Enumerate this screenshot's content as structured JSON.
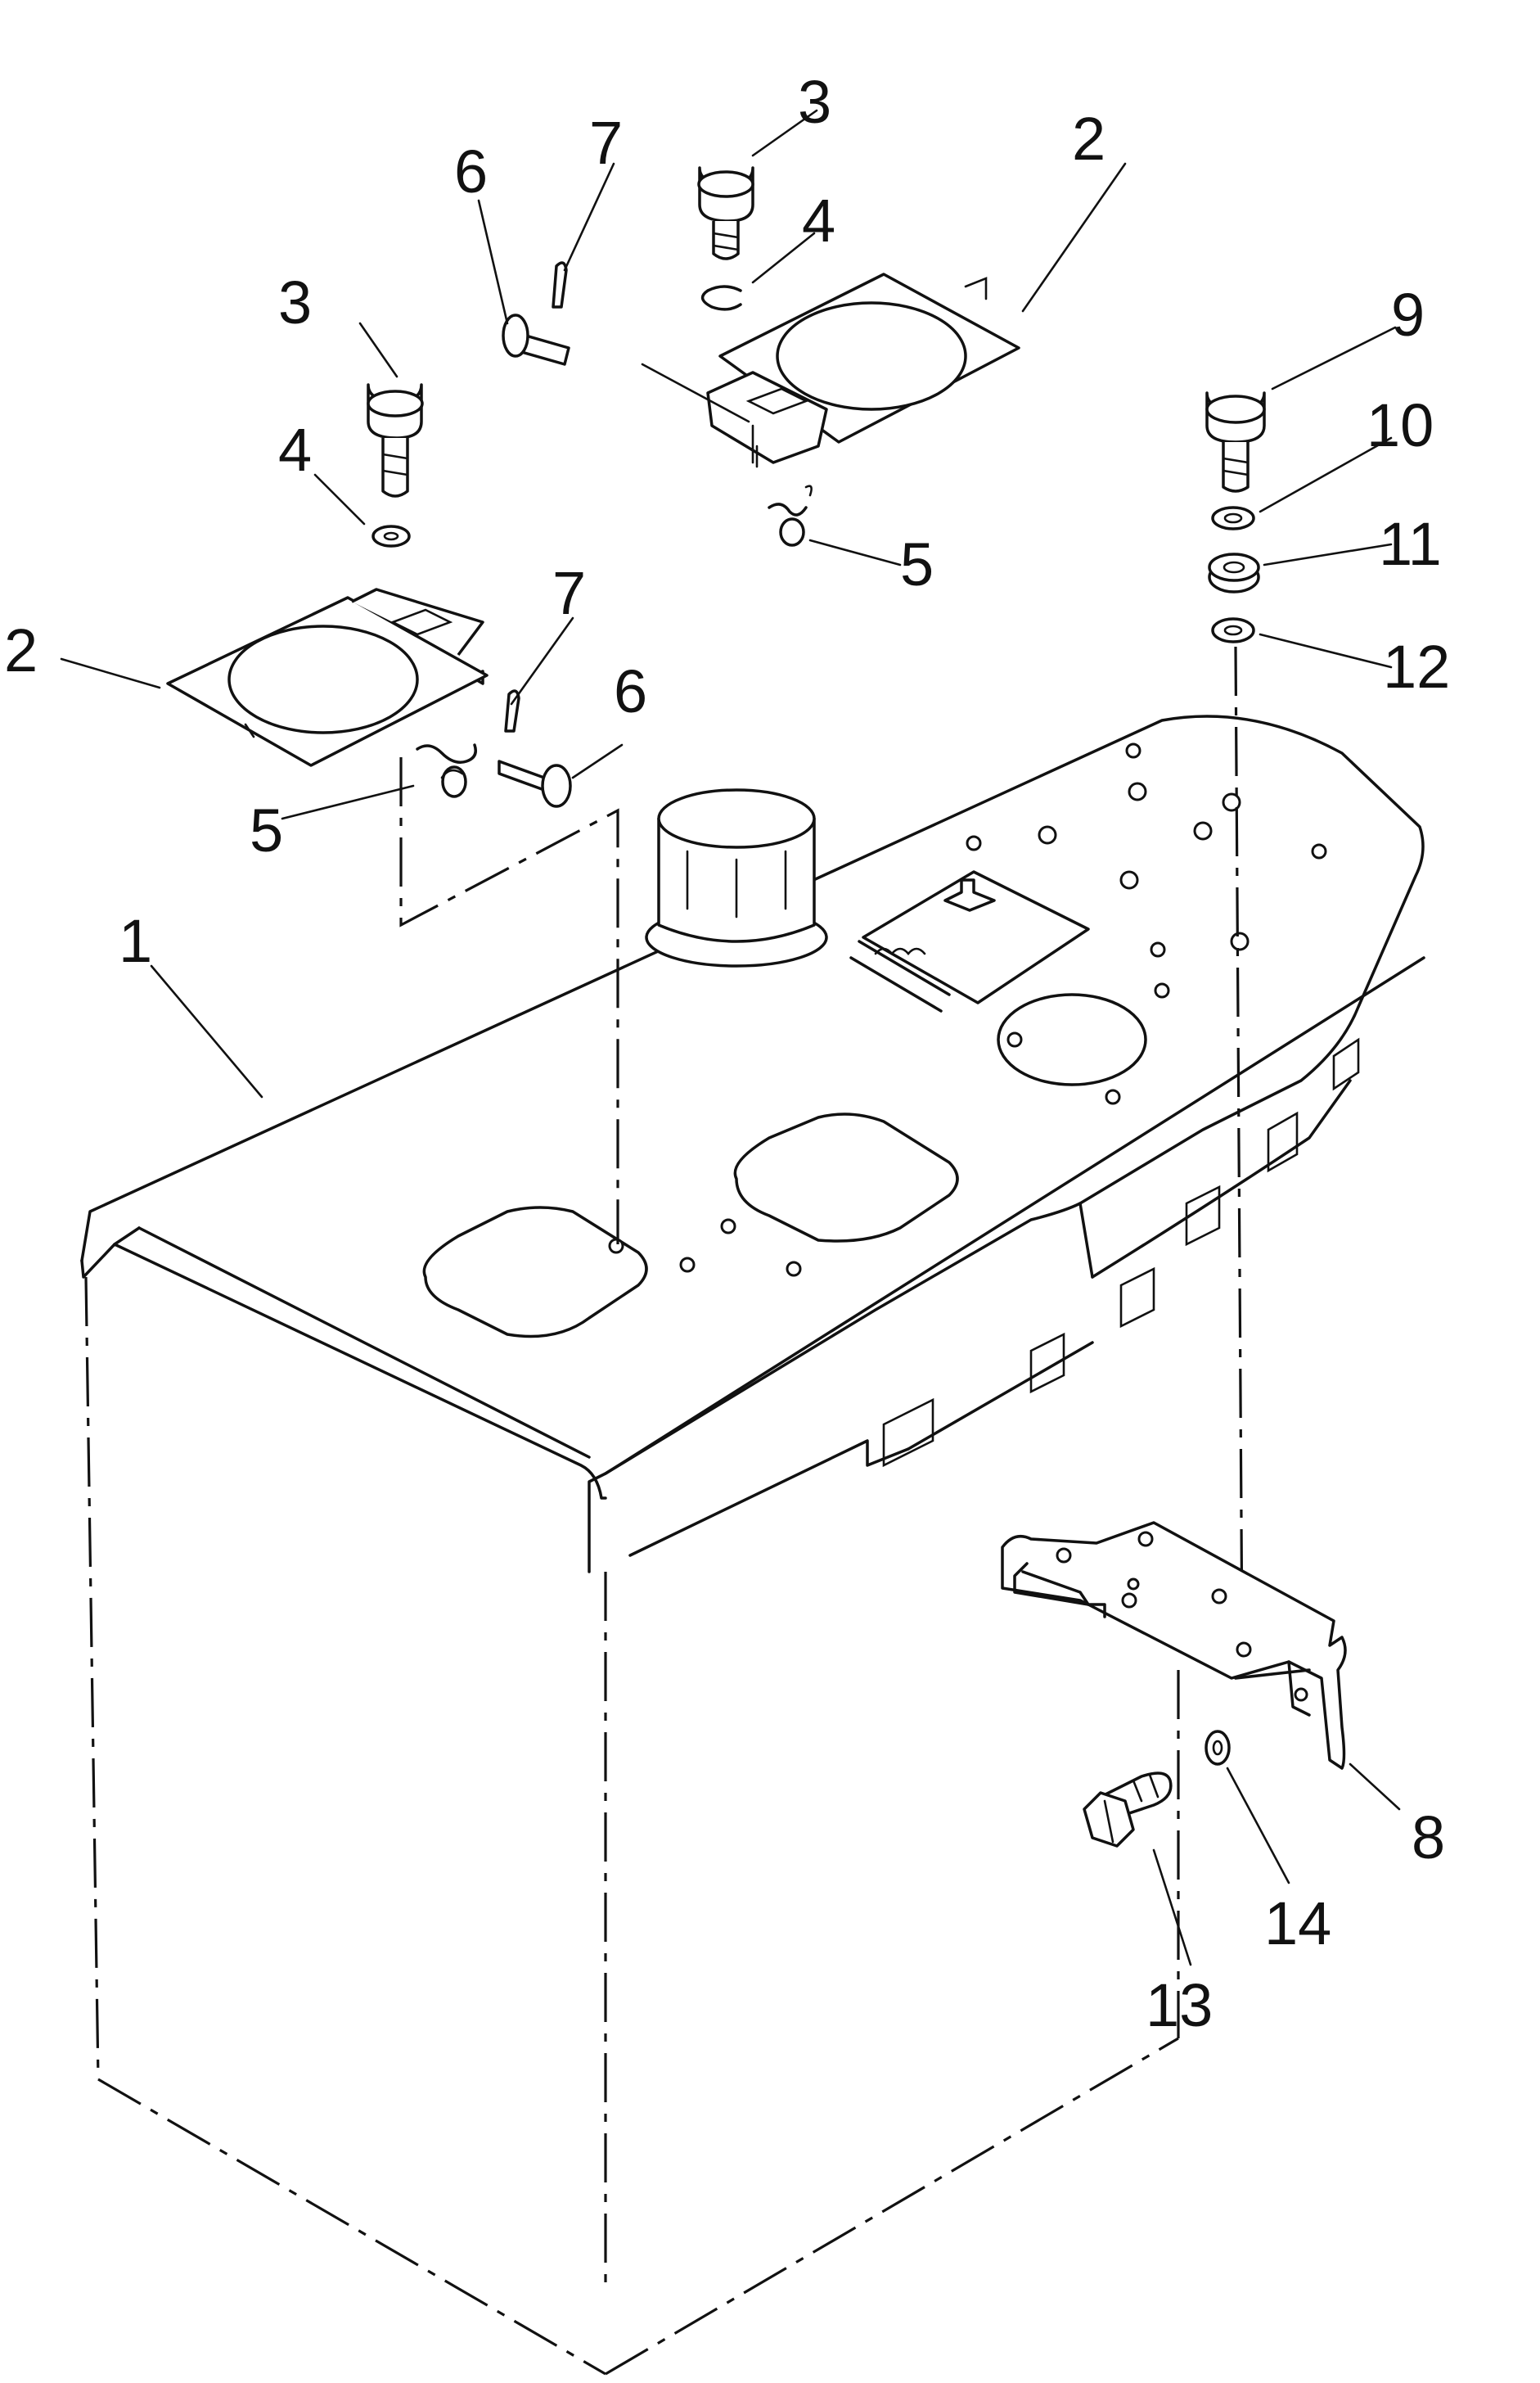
{
  "callouts": [
    {
      "id": "c1",
      "text": "1"
    },
    {
      "id": "c2a",
      "text": "2"
    },
    {
      "id": "c2b",
      "text": "2"
    },
    {
      "id": "c3a",
      "text": "3"
    },
    {
      "id": "c3b",
      "text": "3"
    },
    {
      "id": "c4a",
      "text": "4"
    },
    {
      "id": "c4b",
      "text": "4"
    },
    {
      "id": "c5a",
      "text": "5"
    },
    {
      "id": "c5b",
      "text": "5"
    },
    {
      "id": "c6a",
      "text": "6"
    },
    {
      "id": "c6b",
      "text": "6"
    },
    {
      "id": "c7a",
      "text": "7"
    },
    {
      "id": "c7b",
      "text": "7"
    },
    {
      "id": "c8",
      "text": "8"
    },
    {
      "id": "c9",
      "text": "9"
    },
    {
      "id": "c10",
      "text": "10"
    },
    {
      "id": "c11",
      "text": "11"
    },
    {
      "id": "c12",
      "text": "12"
    },
    {
      "id": "c13",
      "text": "13"
    },
    {
      "id": "c14",
      "text": "14"
    }
  ]
}
